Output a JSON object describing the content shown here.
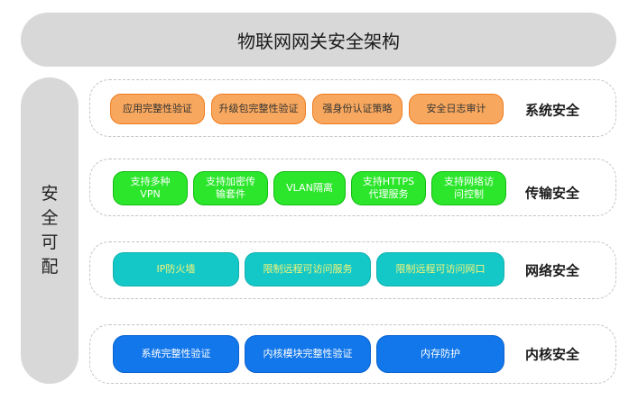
{
  "title": "物联网网关安全架构",
  "side": [
    "安",
    "全",
    "可",
    "配"
  ],
  "colors": {
    "orange": "#f8a85e",
    "green": "#2be62b",
    "teal": "#14c8c8",
    "blue": "#1277ea",
    "gray": "#d8d8d8"
  },
  "layers": {
    "system": {
      "label": "系统安全",
      "items": [
        "应用完整性验证",
        "升级包完整性验证",
        "强身份认证策略",
        "安全日志审计"
      ]
    },
    "transport": {
      "label": "传输安全",
      "items": [
        "支持多种\nVPN",
        "支持加密传\n输套件",
        "VLAN隔离",
        "支持HTTPS\n代理服务",
        "支持网络访\n问控制"
      ]
    },
    "network": {
      "label": "网络安全",
      "items": [
        "IP防火墙",
        "限制远程可访问服务",
        "限制远程可访问网口"
      ]
    },
    "kernel": {
      "label": "内核安全",
      "items": [
        "系统完整性验证",
        "内核模块完整性验证",
        "内存防护"
      ]
    }
  }
}
